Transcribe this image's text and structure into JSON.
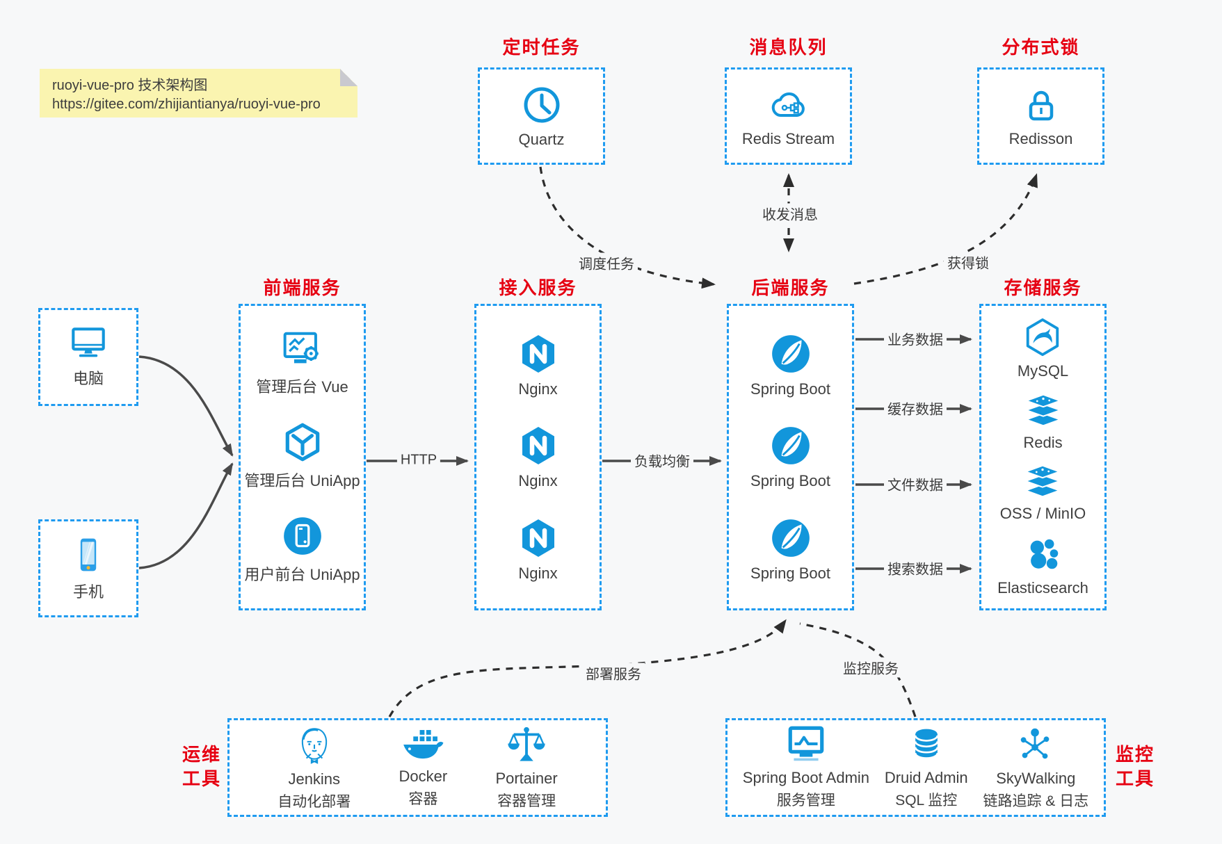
{
  "note": {
    "title": "ruoyi-vue-pro 技术架构图",
    "url": "https://gitee.com/zhijiantianya/ruoyi-vue-pro"
  },
  "colors": {
    "accent_blue": "#1296db",
    "border_blue": "#1f9bf0",
    "title_red": "#e60012",
    "background": "#f7f8f9",
    "note_yellow": "#faf4b0"
  },
  "top_groups": [
    {
      "title": "定时任务",
      "icon": "clock-icon",
      "label": "Quartz"
    },
    {
      "title": "消息队列",
      "icon": "redis-stream-cloud-icon",
      "label": "Redis Stream"
    },
    {
      "title": "分布式锁",
      "icon": "lock-icon",
      "label": "Redisson"
    }
  ],
  "clients": [
    {
      "label": "电脑",
      "icon": "desktop-icon"
    },
    {
      "label": "手机",
      "icon": "phone-icon"
    }
  ],
  "columns": {
    "frontend": {
      "title": "前端服务",
      "items": [
        {
          "label": "管理后台 Vue",
          "icon": "admin-vue-icon"
        },
        {
          "label": "管理后台 UniApp",
          "icon": "uniapp-hexagon-icon"
        },
        {
          "label": "用户前台 UniApp",
          "icon": "uniapp-circle-icon"
        }
      ]
    },
    "gateway": {
      "title": "接入服务",
      "items": [
        {
          "label": "Nginx",
          "icon": "nginx-icon"
        },
        {
          "label": "Nginx",
          "icon": "nginx-icon"
        },
        {
          "label": "Nginx",
          "icon": "nginx-icon"
        }
      ]
    },
    "backend": {
      "title": "后端服务",
      "items": [
        {
          "label": "Spring Boot",
          "icon": "spring-boot-icon"
        },
        {
          "label": "Spring Boot",
          "icon": "spring-boot-icon"
        },
        {
          "label": "Spring Boot",
          "icon": "spring-boot-icon"
        }
      ]
    },
    "storage": {
      "title": "存储服务",
      "items": [
        {
          "label": "MySQL",
          "icon": "mysql-icon"
        },
        {
          "label": "Redis",
          "icon": "redis-icon"
        },
        {
          "label": "OSS / MinIO",
          "icon": "oss-minio-icon"
        },
        {
          "label": "Elasticsearch",
          "icon": "elasticsearch-icon"
        }
      ]
    }
  },
  "bottom_groups": {
    "ops": {
      "side": [
        "运维",
        "工具"
      ],
      "items": [
        {
          "name": "Jenkins",
          "desc": "自动化部署",
          "icon": "jenkins-icon"
        },
        {
          "name": "Docker",
          "desc": "容器",
          "icon": "docker-icon"
        },
        {
          "name": "Portainer",
          "desc": "容器管理",
          "icon": "portainer-icon"
        }
      ]
    },
    "monitoring": {
      "side": [
        "监控",
        "工具"
      ],
      "items": [
        {
          "name": "Spring Boot Admin",
          "desc": "服务管理",
          "icon": "spring-boot-admin-icon"
        },
        {
          "name": "Druid Admin",
          "desc": "SQL 监控",
          "icon": "druid-icon"
        },
        {
          "name": "SkyWalking",
          "desc": "链路追踪 & 日志",
          "icon": "skywalking-icon"
        }
      ]
    }
  },
  "edges": {
    "http": "HTTP",
    "load_balance": "负载均衡",
    "business_data": "业务数据",
    "cache_data": "缓存数据",
    "file_data": "文件数据",
    "search_data": "搜索数据",
    "schedule_task": "调度任务",
    "send_receive_message": "收发消息",
    "acquire_lock": "获得锁",
    "deploy_service": "部署服务",
    "monitor_service": "监控服务"
  }
}
